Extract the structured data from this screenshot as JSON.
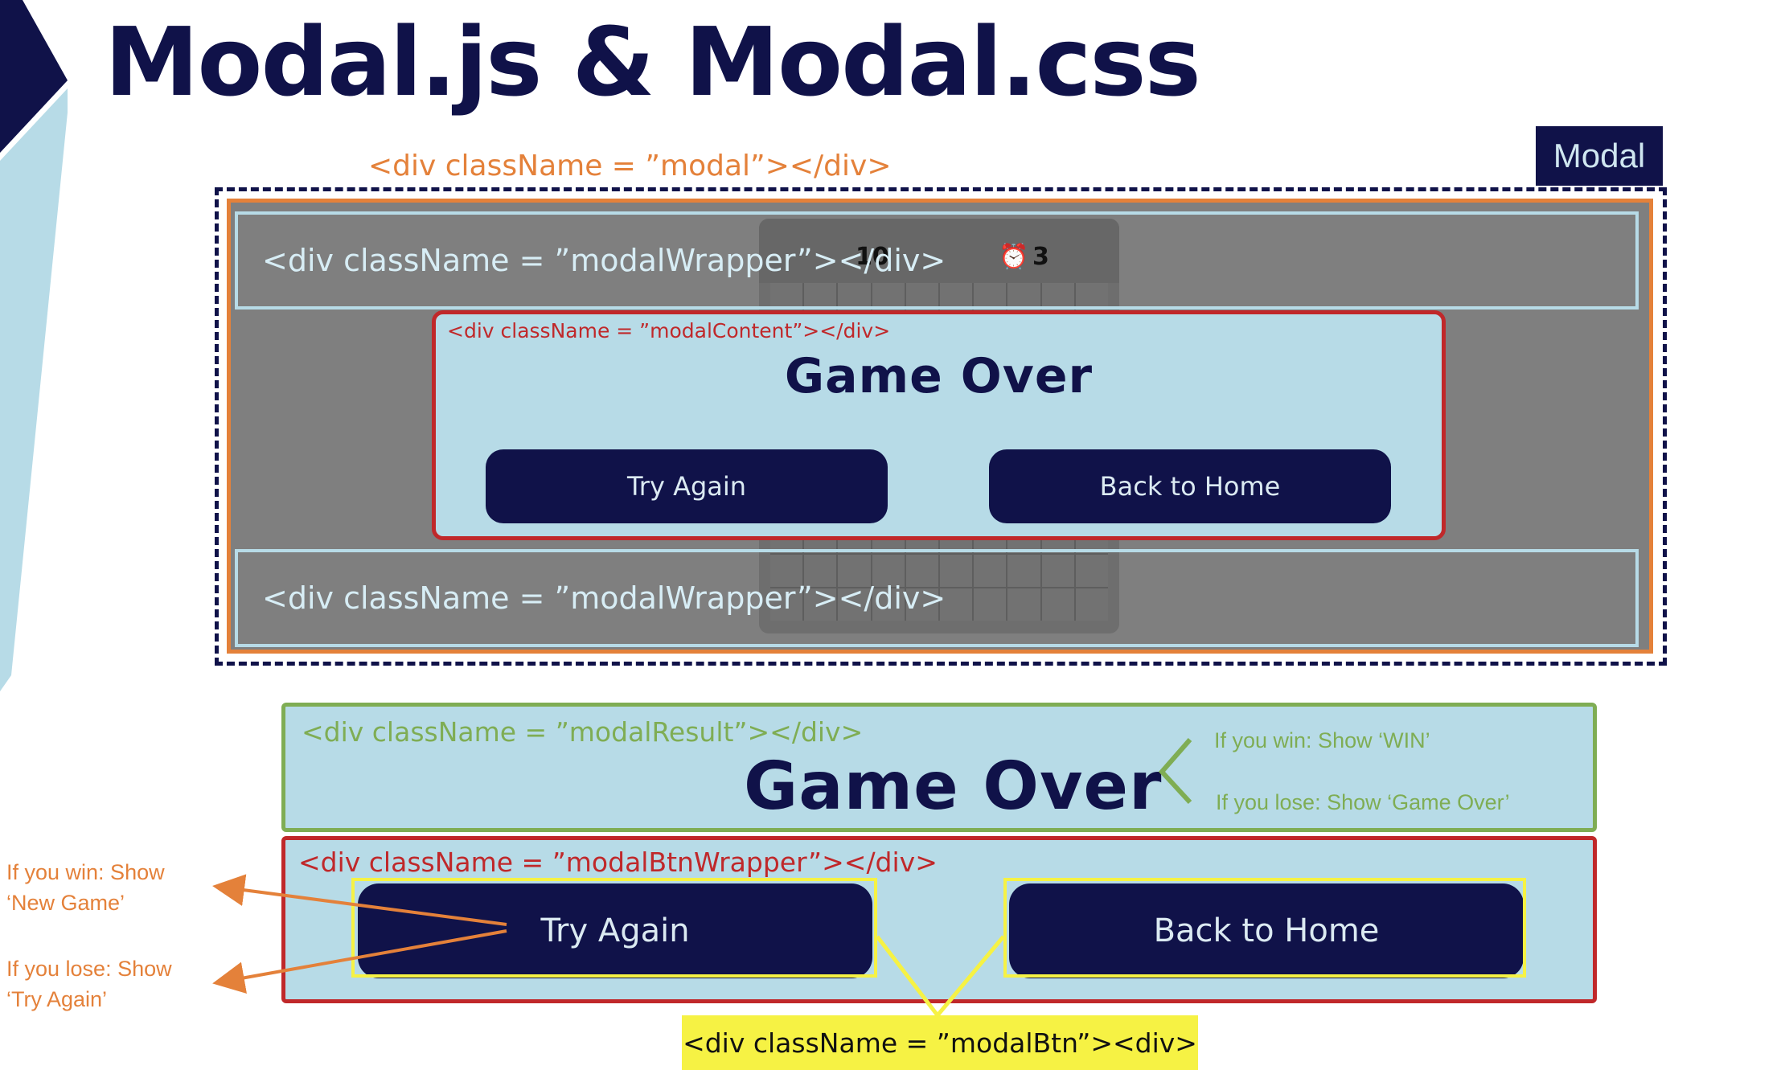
{
  "title": "Modal.js & Modal.css",
  "tag": "Modal",
  "top": {
    "modal_caption": "<div className = ”modal”></div>",
    "wrapper_caption": "<div className = ”modalWrapper”></div>",
    "content_caption": "<div className = ”modalContent”></div>",
    "game_over": "Game Over",
    "try_again": "Try Again",
    "back_home": "Back to Home",
    "board": {
      "mine_count": "10",
      "timer": "3"
    }
  },
  "bottom": {
    "result_caption": "<div className = ”modalResult”></div>",
    "game_over": "Game Over",
    "win_note": "If you win: Show ‘WIN’",
    "lose_note": "If you lose: Show ‘Game Over’",
    "btnwrap_caption": "<div className = ”modalBtnWrapper”></div>",
    "try_again": "Try Again",
    "back_home": "Back to Home",
    "left_win_1": "If you win: Show",
    "left_win_2": "‘New Game’",
    "left_lose_1": "If you lose: Show",
    "left_lose_2": "‘Try Again’",
    "modalbtn_caption": "<div className = ”modalBtn”><div>"
  },
  "colors": {
    "navy": "#101249",
    "light_blue": "#b7dbe7",
    "orange": "#e4813a",
    "red": "#c0282a",
    "green": "#7fad54",
    "yellow": "#f6f244",
    "gray": "#7f7f7f"
  }
}
